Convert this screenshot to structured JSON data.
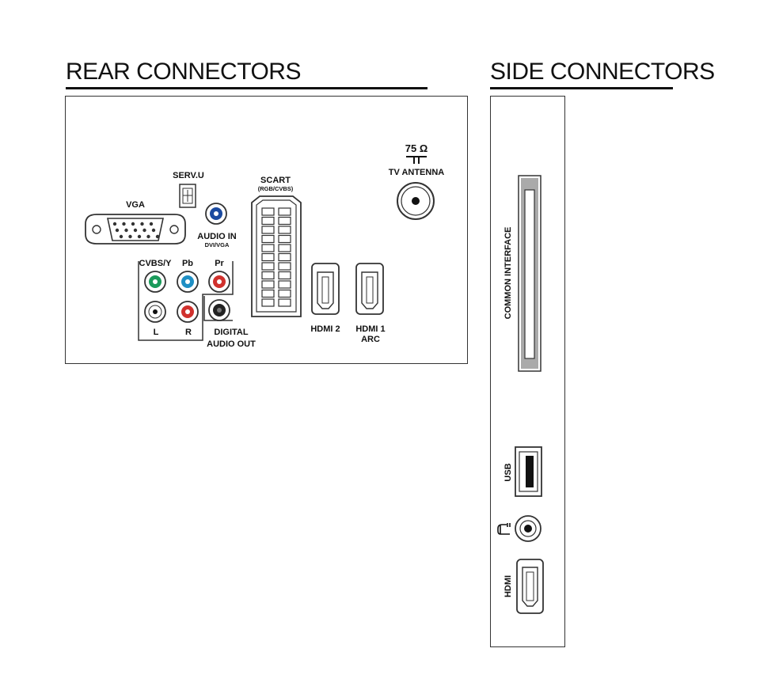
{
  "rear": {
    "heading": "REAR CONNECTORS",
    "labels": {
      "serv_u": "SERV.U",
      "vga": "VGA",
      "audio_in": "AUDIO IN",
      "audio_in_sub": "DVI/VGA",
      "scart": "SCART",
      "scart_sub": "(RGB/CVBS)",
      "ohm": "75 Ω",
      "tv_antenna": "TV ANTENNA",
      "cvbs_y": "CVBS/Y",
      "pb": "Pb",
      "pr": "Pr",
      "l": "L",
      "r": "R",
      "digital": "DIGITAL",
      "audio_out": "AUDIO OUT",
      "hdmi2": "HDMI 2",
      "hdmi1": "HDMI 1",
      "arc": "ARC"
    }
  },
  "side": {
    "heading": "SIDE CONNECTORS",
    "labels": {
      "common_interface": "COMMON INTERFACE",
      "usb": "USB",
      "hdmi": "HDMI"
    },
    "icons": {
      "headphone": "headphone-icon"
    }
  },
  "colors": {
    "green": "#1a9a5a",
    "blue": "#1f8fc4",
    "red": "#d0312d",
    "navy": "#1a4aa0",
    "white": "#ffffff",
    "black": "#111111"
  }
}
